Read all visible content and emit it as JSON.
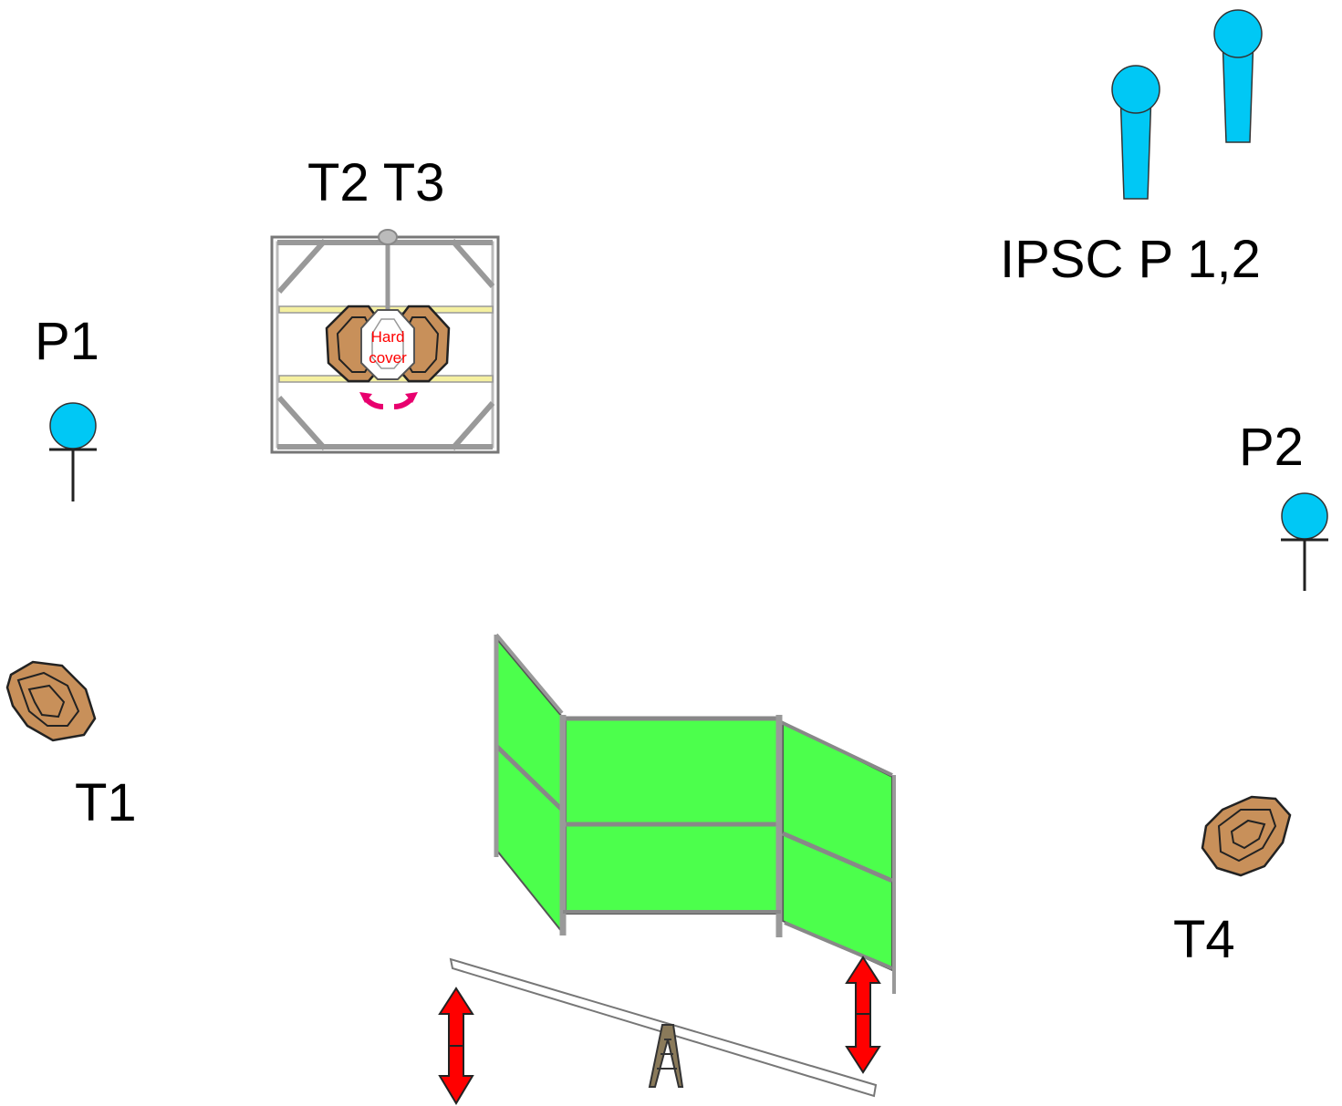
{
  "labels": {
    "t2_t3": "T2 T3",
    "ipsc": "IPSC P 1,2",
    "p1": "P1",
    "p2": "P2",
    "t1": "T1",
    "t4": "T4",
    "hard_cover_line1": "Hard",
    "hard_cover_line2": "cover"
  },
  "colors": {
    "popper_blue": "#00c8f5",
    "target_brown": "#c8905a",
    "wall_green": "#4cff4c",
    "frame_gray": "#9a9a9a",
    "rail_yellow": "#f5f0a0",
    "arrow_red": "#ff0000",
    "swing_arrow_magenta": "#e8006e",
    "hard_cover_text": "#ff0000"
  }
}
